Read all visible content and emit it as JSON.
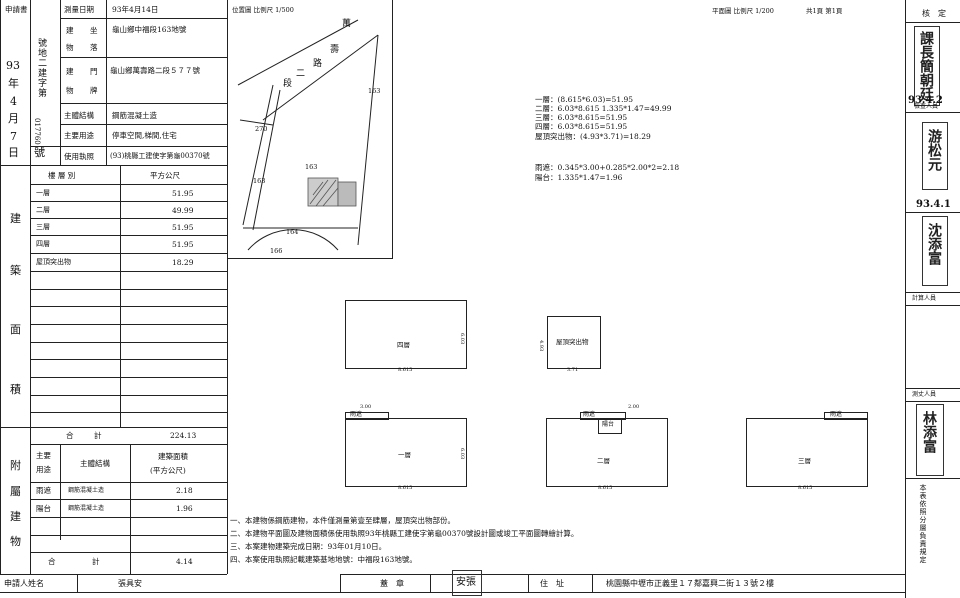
{
  "left": {
    "applicant_label": "申請書",
    "survey_date_label": "測量日期",
    "survey_date": "93年4月14日",
    "build_permit_vert": "號地二建字第",
    "build_permit_no": "017760",
    "year_num": "93",
    "year_char": "年",
    "month_num": "4",
    "month_char": "月",
    "day_num": "7",
    "day_char": "日",
    "hao": "號",
    "loc_label_a": "建",
    "loc_label_b": "物",
    "loc_label_c": "坐",
    "loc_label_d": "落",
    "location": "龜山鄉中福段163地號",
    "door_label_a": "建",
    "door_label_b": "門",
    "door_label_c": "物",
    "door_label_d": "牌",
    "door_value": "龜山鄉萬壽路二段５７７號",
    "structure_label": "主體結構",
    "structure_value": "鋼筋混凝土造",
    "use_label": "主要用途",
    "use_value": "停車空間,梯間,住宅",
    "license_label": "使用執照",
    "license_value": "(93)桃縣工建使字第龜00370號",
    "floor_header": "樓 層 別",
    "area_header": "平方公尺",
    "floors": [
      {
        "name": "一層",
        "area": "51.95"
      },
      {
        "name": "二層",
        "area": "49.99"
      },
      {
        "name": "三層",
        "area": "51.95"
      },
      {
        "name": "四層",
        "area": "51.95"
      },
      {
        "name": "屋頂突出物",
        "area": "18.29"
      }
    ],
    "side_labels": [
      "建",
      "築",
      "面",
      "積"
    ],
    "total_label_a": "合",
    "total_label_b": "計",
    "total_value": "224.13",
    "attached_col1_a": "主要",
    "attached_col1_b": "用途",
    "attached_col2": "主體結構",
    "attached_col3_a": "建築面積",
    "attached_col3_b": "(平方公尺)",
    "attached": [
      {
        "use": "雨遮",
        "structure": "鋼筋混凝土造",
        "area": "2.18"
      },
      {
        "use": "陽台",
        "structure": "鋼筋混凝土造",
        "area": "1.96"
      }
    ],
    "attached_side": [
      "附",
      "屬",
      "建",
      "物"
    ],
    "attached_total_a": "合",
    "attached_total_b": "計",
    "attached_total": "4.14"
  },
  "site_plan": {
    "label": "位置圖  比例尺 1/500",
    "road": [
      "萬",
      "壽",
      "路",
      "二",
      "段"
    ],
    "parcels": [
      "163",
      "163",
      "270",
      "163",
      "164",
      "166"
    ]
  },
  "right_header": {
    "plan_label": "平面圖  比例尺 1/200",
    "sheet": "共1頁  第1頁"
  },
  "calcs": [
    "一層：(8.615*6.03)=51.95",
    "二層：6.03*8.615 1.335*1.47=49.99",
    "三層：6.03*8.615=51.95",
    "四層：6.03*8.615=51.95",
    "屋頂突出物：(4.93*3.71)=18.29"
  ],
  "calcs2": [
    "雨遮：0.345*3.00+0.285*2.00*2=2.18",
    "陽台：1.335*1.47=1.96"
  ],
  "plans": {
    "f4": "四層",
    "roof": "屋頂突出物",
    "f1": "一層",
    "f2": "二層",
    "f3": "三層",
    "rain": "雨遮",
    "balcony": "陽台",
    "w8615": "8.615",
    "w371": "3.71",
    "d603": "6.03",
    "d493": "4.93",
    "w300": "3.00",
    "w200": "2.00"
  },
  "notes": [
    "一、本建物係鋼筋建物，本件僅測量第壹至肆層，屋頂突出物部份。",
    "二、本建物平面圖及建物面積係使用執照93年桃縣工建使字第龜00370號設計圖或竣工平面圖轉繪計算。",
    "三、本案建物建築完成日期：93年01月10日。",
    "四、本案使用執照記載建築基地地號：中福段163地號。"
  ],
  "bottom": {
    "applicant_name_label": "申請人姓名",
    "applicant_name": "張具安",
    "seal_label": "蓋　章",
    "seal_glyph": "安張",
    "address_label": "住　址",
    "address": "桃園縣中壢市正義里１７鄰嘉興二街１３號２樓"
  },
  "right_col": {
    "title": "核　定",
    "section_chief_stamp": "課長簡朝廷",
    "date_stamp_1": "93.4.2",
    "checker_label": "檢查人員",
    "checker_stamp": "游松元",
    "date_stamp_2": "93.4.1",
    "drafter_stamp": "沈添富",
    "calc_label": "計算人員",
    "surveyor_label": "測丈人員",
    "surveyor_stamp": "林添富",
    "notice": "本表依照分層負責規定"
  }
}
